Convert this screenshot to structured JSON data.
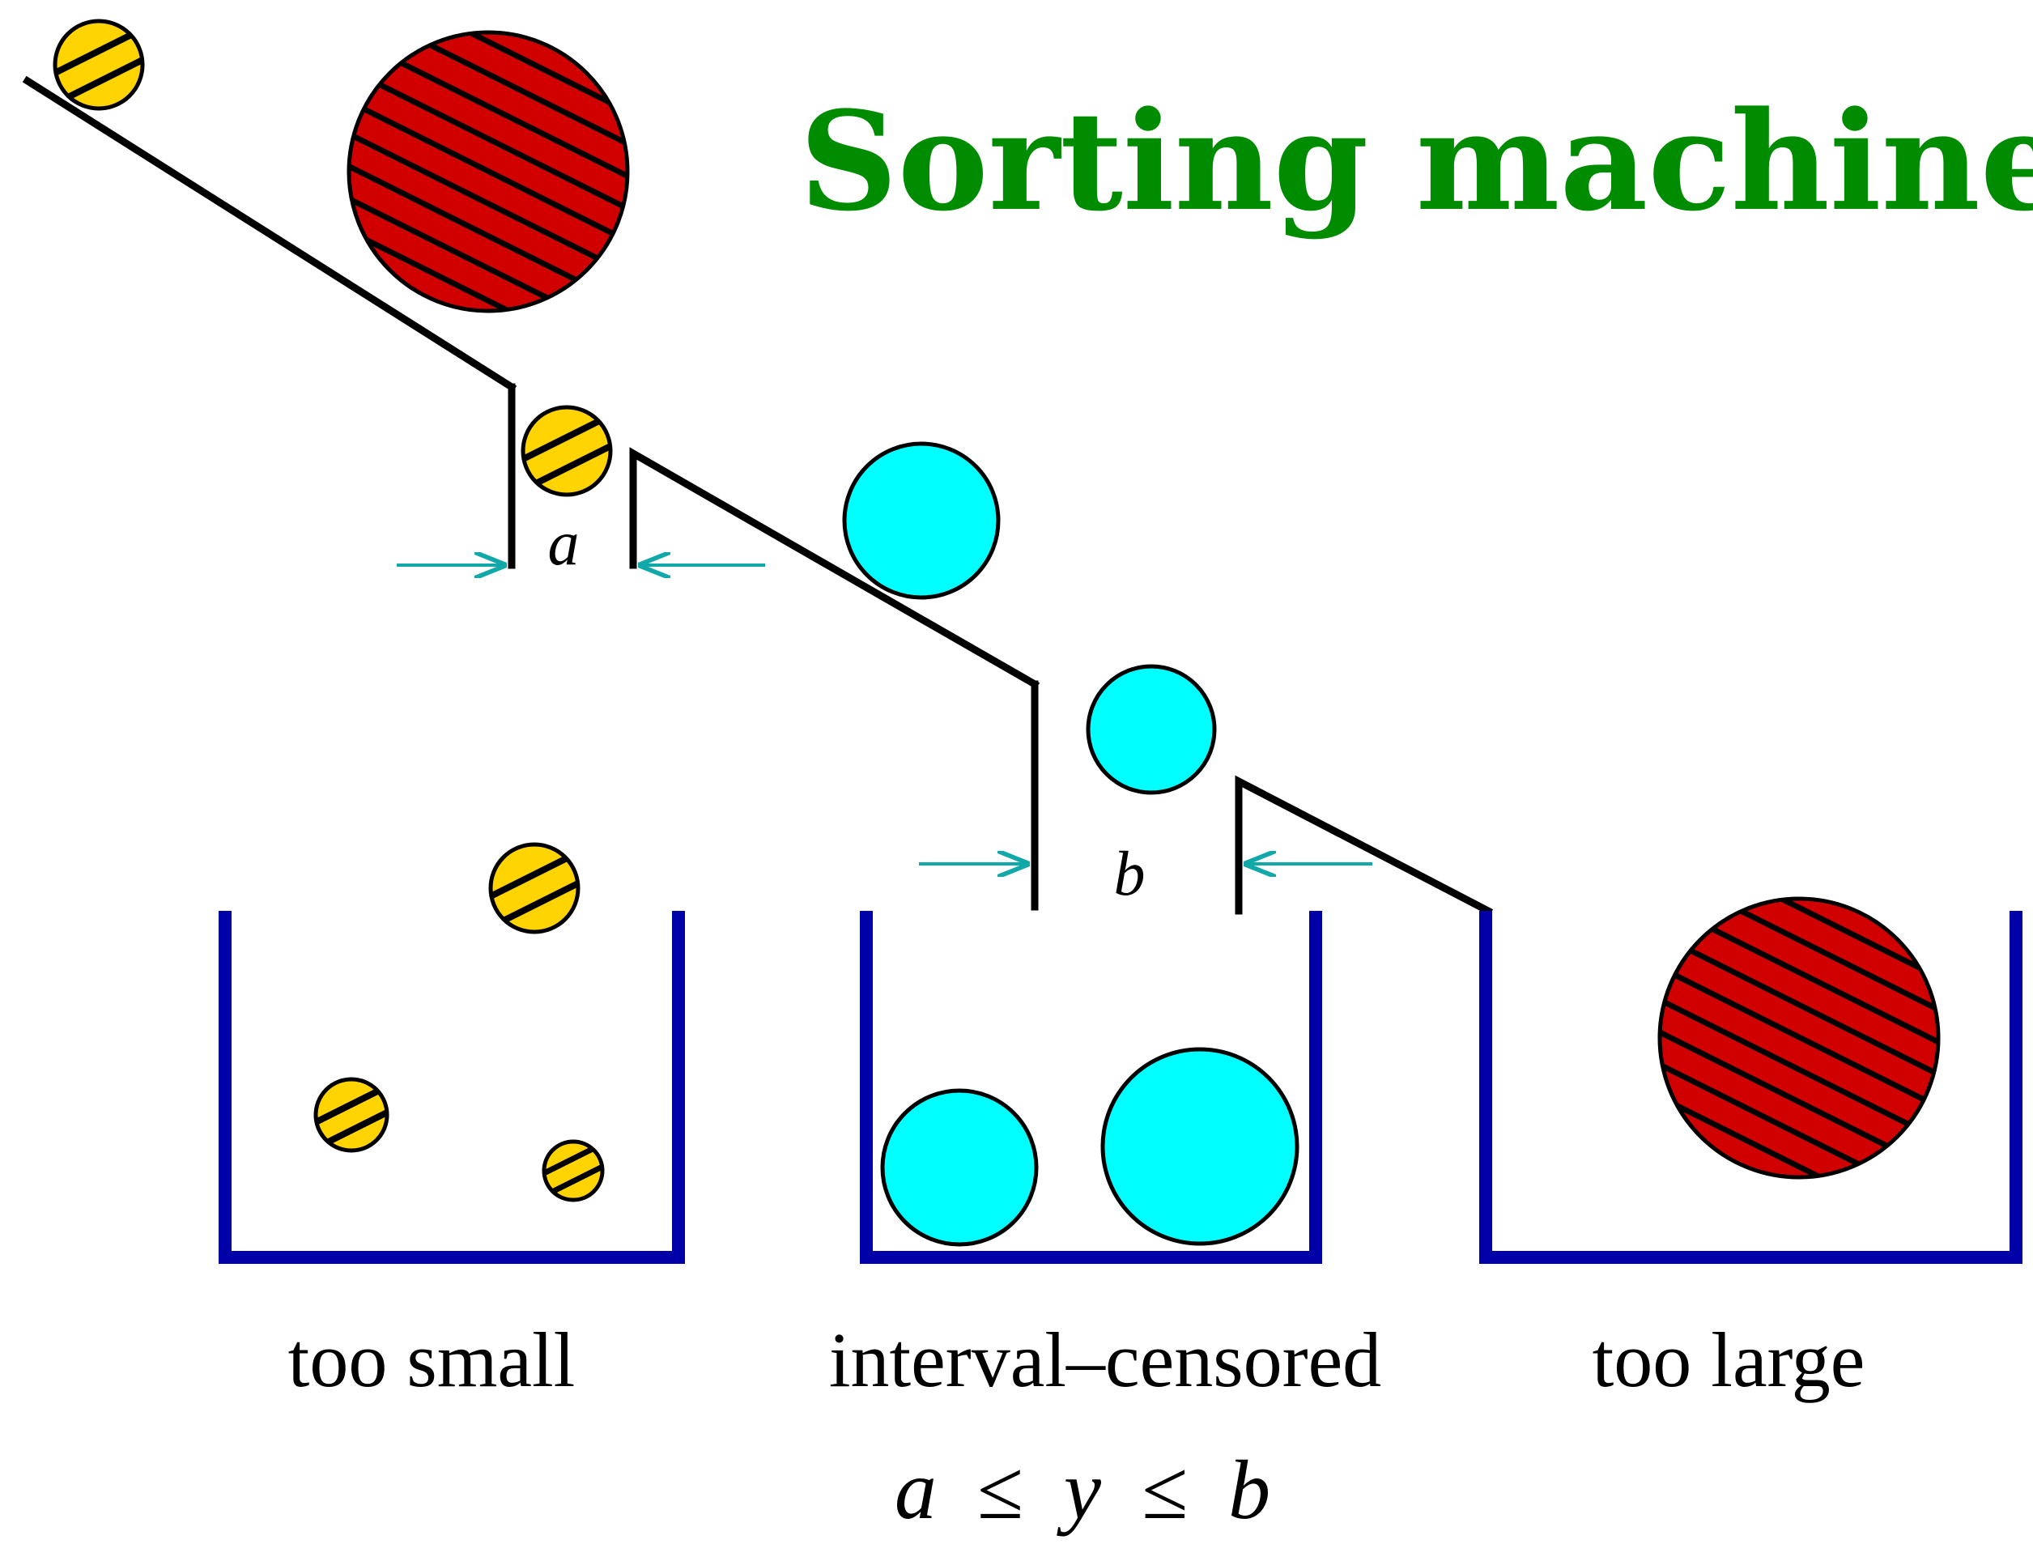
{
  "title": "Sorting machine",
  "gap_labels": {
    "lower": "a",
    "upper": "b"
  },
  "bins": [
    {
      "label": "too small"
    },
    {
      "label": "interval–censored"
    },
    {
      "label": "too large"
    }
  ],
  "condition": {
    "a": "a",
    "le1": "≤",
    "y": "y",
    "le2": "≤",
    "b": "b"
  },
  "colors": {
    "title": "#008c00",
    "small_ball": "#ffd400",
    "medium_ball": "#00ffff",
    "large_ball": "#d10000",
    "bin": "#0000a8",
    "arrow": "#10a8a8",
    "line": "#000000"
  }
}
